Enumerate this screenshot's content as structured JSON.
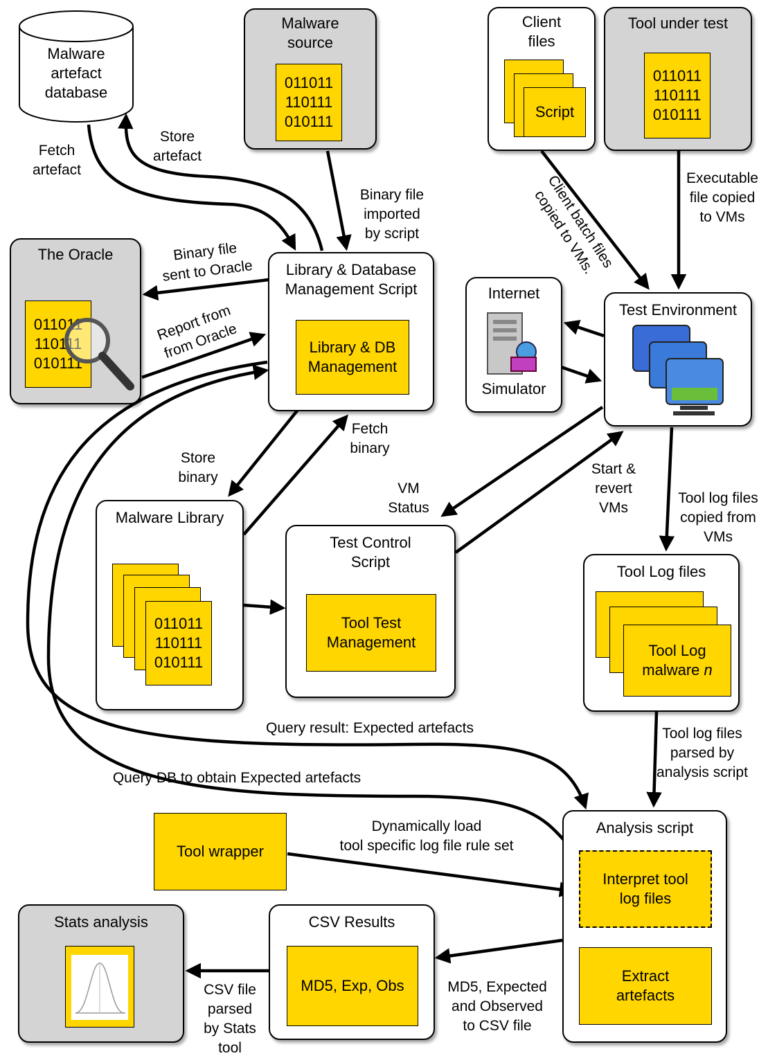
{
  "nodes": {
    "malware_db": "Malware\nartefact\ndatabase",
    "malware_source": "Malware\nsource",
    "client_files": "Client\nfiles",
    "tool_under_test": "Tool under test",
    "oracle": "The Oracle",
    "lib_db_script": "Library & Database\nManagement Script",
    "lib_db_doc": "Library & DB\nManagement",
    "internet_sim_top": "Internet",
    "internet_sim_bottom": "Simulator",
    "test_env": "Test Environment",
    "malware_library": "Malware Library",
    "test_control": "Test Control\nScript",
    "tool_test_doc": "Tool Test\nManagement",
    "tool_log_files": "Tool Log files",
    "tool_log_doc_line1": "Tool Log",
    "tool_log_doc_line2": "malware ",
    "tool_log_doc_n": "n",
    "analysis_script": "Analysis script",
    "interpret_doc": "Interpret tool\nlog files",
    "extract_doc": "Extract\nartefacts",
    "tool_wrapper": "Tool wrapper",
    "stats_analysis": "Stats analysis",
    "csv_results": "CSV Results",
    "csv_doc": "MD5, Exp, Obs",
    "script_doc": "Script",
    "binary": "011011\n110111\n010111"
  },
  "edges": {
    "fetch_artefact": "Fetch\nartefact",
    "store_artefact": "Store\nartefact",
    "binary_imported": "Binary file\nimported\nby script",
    "client_batch": "Client batch files\ncopied to VMs.",
    "executable_copied": "Executable\nfile copied\nto VMs",
    "binary_sent_oracle": "Binary file\nsent to Oracle",
    "report_oracle": "Report from\nfrom Oracle",
    "store_binary": "Store\nbinary",
    "fetch_binary": "Fetch\nbinary",
    "vm_status": "VM\nStatus",
    "start_revert": "Start &\nrevert\nVMs",
    "tool_logs_copied": "Tool log files\ncopied from\nVMs",
    "tool_logs_parsed": "Tool log files\nparsed by\nanalysis script",
    "query_result": "Query result: Expected artefacts",
    "query_db": "Query DB to obtain Expected artefacts",
    "dynamic_load": "Dynamically load\ntool specific log file rule set",
    "md5_csv": "MD5, Expected\nand Observed\nto CSV file",
    "csv_parsed": "CSV file\nparsed\nby Stats\ntool"
  },
  "colors": {
    "doc": "#ffd600",
    "grey_box": "#d4d4d4",
    "white_box": "#ffffff",
    "line": "#000000"
  }
}
